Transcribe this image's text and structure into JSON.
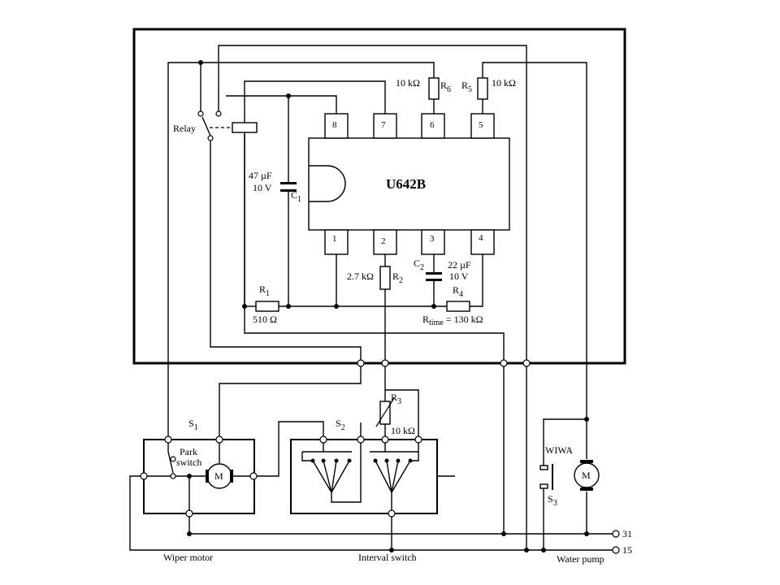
{
  "ic": {
    "name": "U642B",
    "pins_top": [
      "8",
      "7",
      "6",
      "5"
    ],
    "pins_bottom": [
      "1",
      "2",
      "3",
      "4"
    ]
  },
  "components": {
    "relay": "Relay",
    "r6": {
      "value": "10 kΩ",
      "label": "R",
      "sub": "6"
    },
    "r5": {
      "value": "10 kΩ",
      "label": "R",
      "sub": "5"
    },
    "c1": {
      "value1": "47 µF",
      "value2": "10 V",
      "label": "C",
      "sub": "1"
    },
    "r1": {
      "value": "510 Ω",
      "label": "R",
      "sub": "1"
    },
    "r2": {
      "value": "2.7 kΩ",
      "label": "R",
      "sub": "2"
    },
    "c2": {
      "value1": "22 µF",
      "value2": "10 V",
      "label": "C",
      "sub": "2"
    },
    "r4": {
      "label": "R",
      "sub": "4",
      "rtime_label": "R",
      "rtime_sub": "time",
      "rtime_value": " = 130 kΩ"
    },
    "r3": {
      "value": "10 kΩ",
      "label": "R",
      "sub": "3"
    }
  },
  "switches": {
    "s1": {
      "label": "S",
      "sub": "1"
    },
    "s2": {
      "label": "S",
      "sub": "2"
    },
    "s3": {
      "label": "S",
      "sub": "3"
    },
    "park1": "Park",
    "park2": "switch"
  },
  "motor_symbol": "M",
  "pump_symbol": "M",
  "wiwa": "WIWA",
  "terminals": {
    "t31": "31",
    "t15": "15"
  },
  "captions": {
    "wiper_motor": "Wiper motor",
    "interval_switch": "Interval switch",
    "water_pump": "Water pump"
  }
}
